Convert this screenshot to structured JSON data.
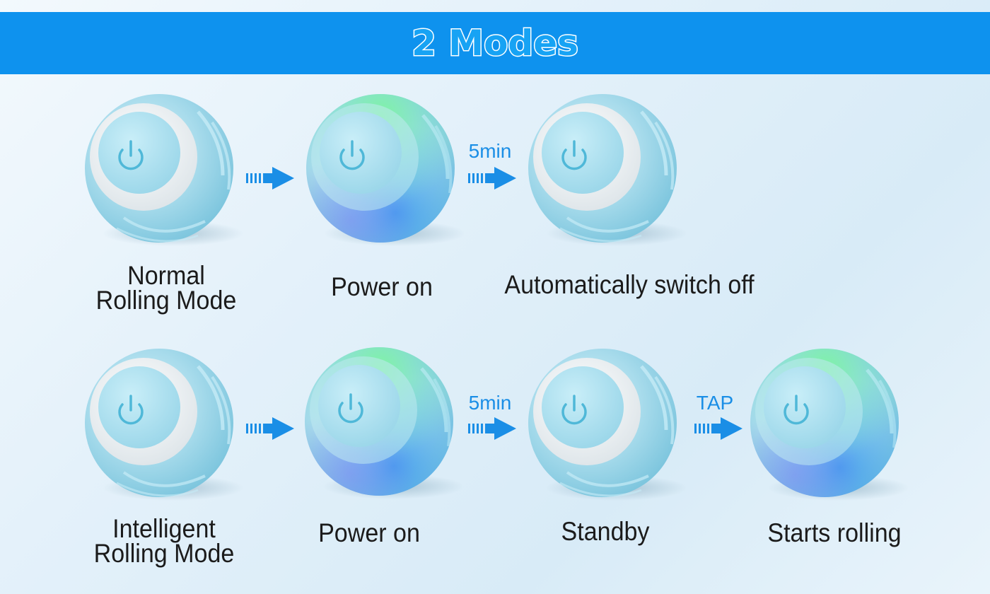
{
  "header": {
    "title": "2 Modes"
  },
  "colors": {
    "banner": "#0e92ee",
    "accent_blue": "#1a8ee6",
    "ball_blue": "#a8dced",
    "glow_green": "#6ef0a0"
  },
  "normal_mode": {
    "steps": [
      {
        "label_line1": "Normal",
        "label_line2": "Rolling Mode",
        "state": "off"
      },
      {
        "label": "Power on",
        "state": "lit"
      },
      {
        "label": "Automatically switch off",
        "state": "off"
      }
    ],
    "transitions": [
      "",
      "5min"
    ]
  },
  "intelligent_mode": {
    "steps": [
      {
        "label_line1": "Intelligent",
        "label_line2": "Rolling Mode",
        "state": "off"
      },
      {
        "label": "Power on",
        "state": "lit"
      },
      {
        "label": "Standby",
        "state": "off"
      },
      {
        "label": "Starts rolling",
        "state": "lit"
      }
    ],
    "transitions": [
      "",
      "5min",
      "TAP"
    ]
  },
  "icons": [
    "power-icon",
    "arrow-right-icon"
  ]
}
